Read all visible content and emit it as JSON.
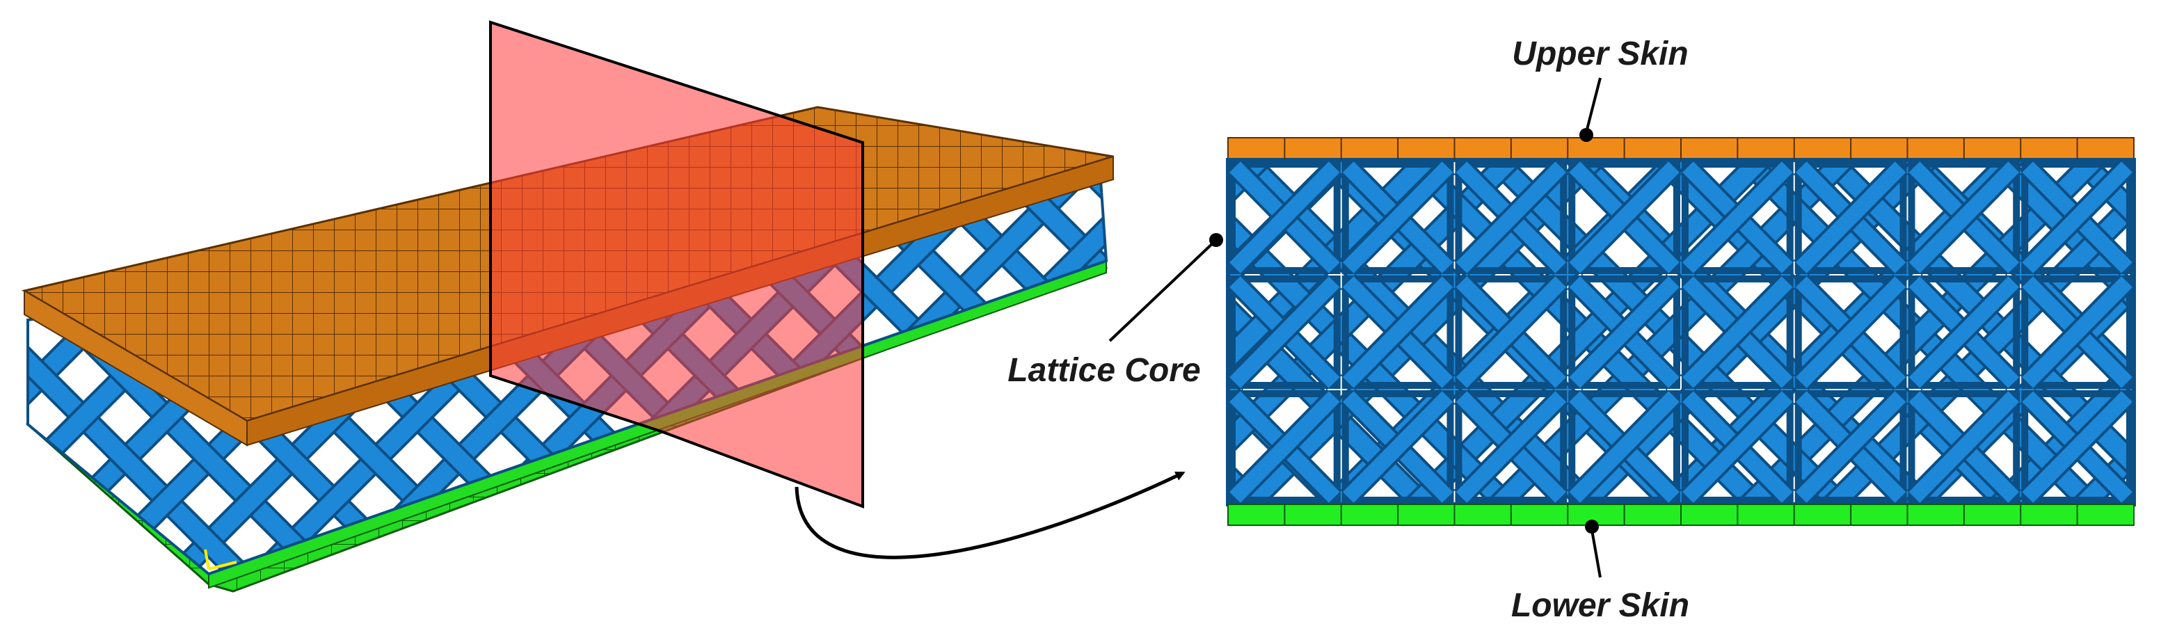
{
  "labels": {
    "upper_skin": "Upper Skin",
    "lower_skin": "Lower Skin",
    "lattice_core": "Lattice Core"
  },
  "colors": {
    "upper_skin": "#e07a10",
    "upper_skin_grid": "#5a3000",
    "lower_skin": "#22dd22",
    "lower_skin_grid": "#0a5a0a",
    "lattice_strut": "#1e88d8",
    "lattice_strut_dark": "#0b4f85",
    "cutting_plane": "#ff3b3b",
    "annotation": "#000000"
  },
  "section_view": {
    "cell_columns": 8,
    "cell_rows": 3
  }
}
